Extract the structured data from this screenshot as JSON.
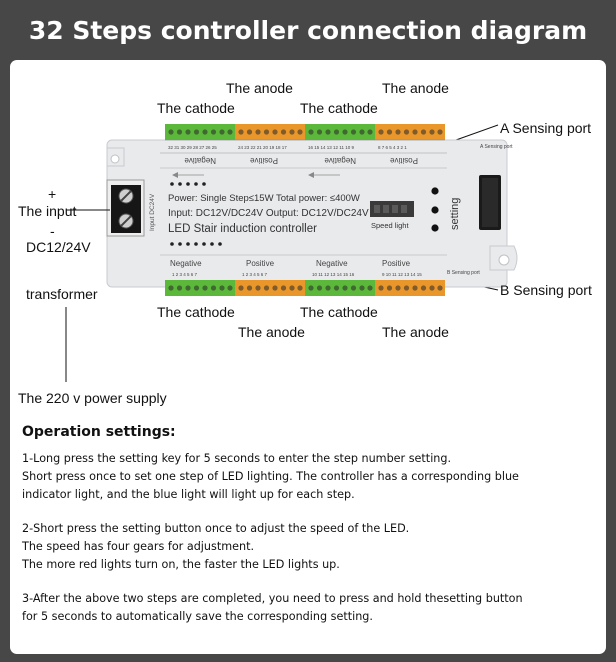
{
  "title": "32 Steps controller connection diagram",
  "labels": {
    "anode_top_left": "The anode",
    "anode_top_right": "The anode",
    "cathode_top_left": "The cathode",
    "cathode_top_right": "The cathode",
    "sensing_a": "A Sensing port",
    "sensing_b": "B Sensing port",
    "plus": "+",
    "input": "The input",
    "minus": "-",
    "dc": "DC12/24V",
    "transformer": "transformer",
    "cathode_bottom_left": "The cathode",
    "cathode_bottom_right": "The cathode",
    "anode_bottom_left": "The anode",
    "anode_bottom_right": "The anode",
    "power_supply": "The 220 v power supply"
  },
  "board": {
    "power_line": "Power: Single Step≤15W Total power: ≤400W",
    "input_line": "Input: DC12V/DC24V Output: DC12V/DC24V",
    "model_line": "LED Stair induction controller",
    "speed_light": "Speed light",
    "setting": "setting",
    "negative": "Negative",
    "positive": "Positive",
    "a_sensing_port": "A Sensing port",
    "b_sensing_port": "B Sensing port",
    "input_terminal": "Input DC24V"
  },
  "colors": {
    "green_terminal": "#5cb83a",
    "orange_terminal": "#e9962a",
    "board": "#e9eaec",
    "background": "#474747"
  },
  "operation": {
    "heading": "Operation settings:",
    "p1": [
      "1-Long press the setting key for 5 seconds to enter the step number setting.",
      "Short press once to set one step of LED lighting. The controller has a corresponding blue",
      "indicator light, and the blue light will light up for each step."
    ],
    "p2": [
      "2-Short press the setting button once to adjust the speed of the LED.",
      "The speed has four gears for adjustment.",
      "The more red lights turn on, the faster the LED lights up."
    ],
    "p3": [
      "3-After the above two steps are completed, you need to press and hold thesetting button",
      "for 5 seconds to automatically save the corresponding setting."
    ]
  }
}
